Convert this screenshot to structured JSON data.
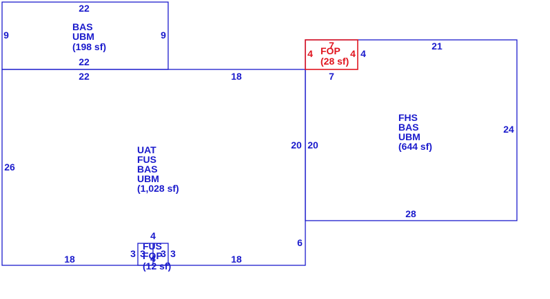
{
  "colors": {
    "primary": "#1a1acc",
    "highlight": "#e0141e",
    "background": "#ffffff"
  },
  "areas": [
    {
      "id": "bas-upper",
      "codes": [
        "BAS",
        "UBM"
      ],
      "area": "(198 sf)",
      "dims": {
        "top": "22",
        "left": "9",
        "right": "9",
        "bottom": "22"
      }
    },
    {
      "id": "main",
      "codes": [
        "UAT",
        "FUS",
        "BAS",
        "UBM"
      ],
      "area": "(1,028 sf)",
      "dims": {
        "top_left": "22",
        "top_right": "18",
        "left": "26",
        "right": "20",
        "bottom_left": "18",
        "bottom_right": "18",
        "right_lower": "6"
      }
    },
    {
      "id": "fhs",
      "codes": [
        "FHS",
        "BAS",
        "UBM"
      ],
      "area": "(644 sf)",
      "dims": {
        "top": "21",
        "left": "20",
        "right": "24",
        "bottom": "28"
      }
    },
    {
      "id": "fop-top",
      "codes": [
        "FOP"
      ],
      "area": "(28 sf)",
      "dims": {
        "top": "7",
        "left": "4",
        "right": "4",
        "bottom": "7",
        "outer_right": "4"
      }
    },
    {
      "id": "fop-bottom",
      "codes": [
        "FUS",
        "FOP"
      ],
      "area": "(12 sf)",
      "dims": {
        "top": "4",
        "left": "3",
        "inner_left": "3",
        "inner_right": "3",
        "right": "3",
        "bottom": "4"
      }
    }
  ]
}
